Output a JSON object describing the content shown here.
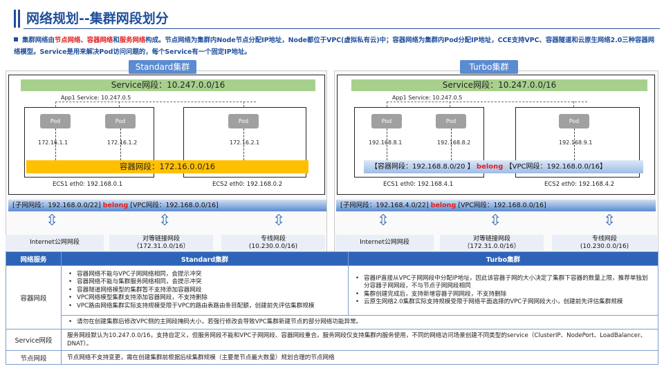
{
  "header": {
    "title": "网络规划--集群网段划分",
    "intro_parts": [
      {
        "text": "集群网络由",
        "red": false
      },
      {
        "text": "节点网络",
        "red": true
      },
      {
        "text": "、",
        "red": false
      },
      {
        "text": "容器网络",
        "red": true
      },
      {
        "text": "和",
        "red": false
      },
      {
        "text": "服务网络",
        "red": true
      },
      {
        "text": "构成。节点网络为集群内Node节点分配IP地址，Node都位于VPC(虚拟私有云)中；容器网络为集群内Pod分配IP地址，CCE支持VPC、容器隧道和云原生网络2.0三种容器网络模型。Service是用来解决Pod访问问题的，每个Service有一个固定IP地址。",
        "red": false
      }
    ]
  },
  "diagrams": {
    "standard": {
      "label": "Standard集群",
      "service_bar": "Service网段：10.247.0.0/16",
      "app_label": "App1 Service: 10.247.0.5",
      "pod_label": "Pod",
      "pod_ips": [
        "172.16.1.1",
        "172.16.1.2",
        "172.16.2.1"
      ],
      "container_bar": "容器网段：172.16.0.0/16",
      "eth1": "ECS1 eth0: 192.168.0.1",
      "eth2": "ECS2 eth0: 192.168.0.2",
      "subnet_a": "[子网网段：192.168.0.0/22]",
      "belong": "belong",
      "subnet_b": "[VPC网段：192.168.0.0/16]",
      "net1": "Internet公网网段",
      "net2_line1": "对等链接网段",
      "net2_line2": "（172.31.0.0/16）",
      "net3_line1": "专线网段",
      "net3_line2": "(10.230.0.0/16)"
    },
    "turbo": {
      "label": "Turbo集群",
      "service_bar": "Service网段：10.247.0.0/16",
      "app_label": "App1 Service: 10.247.0.5",
      "pod_label": "Pod",
      "pod_ips": [
        "192.168.8.1",
        "192.168.8.2",
        "192.168.9.1"
      ],
      "container_bar_a": "【容器网段：192.168.8.0/20 】",
      "belong": "belong",
      "container_bar_b": "【VPC网段：192.168.0.0/16】",
      "eth1": "ECS1 eth0: 192.168.4.1",
      "eth2": "ECS2 eth0: 192.168.4.2",
      "subnet_a": "[子网网段：192.168.4.0/22]",
      "subnet_b": "[VPC网段：192.168.0.0/16]",
      "net1": "Internet公网网段",
      "net2_line1": "对等链接网段",
      "net2_line2": "（172.31.0.0/16）",
      "net3_line1": "专线网段",
      "net3_line2": "(10.230.0.0/16)"
    }
  },
  "table": {
    "headers": [
      "网络服务",
      "Standard集群",
      "Turbo集群"
    ],
    "container_row": {
      "label": "容器网段",
      "standard": [
        "容器网络不能与VPC子网网络相同，会提示冲突",
        "容器网络不能与集群服务网络相同，会提示冲突",
        "容器隧道网络模型的集群暂不支持添加容器网段",
        "VPC网络模型集群支持添加容器网段，不支持删除",
        "VPC路由网络集群实际支持规模受限于VPC的路由表路由条目配额，创建前先评估集群规模"
      ],
      "turbo": [
        "容器IP直接从VPC子网网段中分配IP地址，因此该容器子网的大小决定了集群下容器的数量上限，推荐单独划分容器子网网段，不与节点子网网段相同",
        "集群创建完成后，支持新增容器子网网段，不支持删除",
        "云原生网络2.0集群实际支持规模受限于网络平面选择的VPC子网网段大小，创建前先评估集群规模"
      ],
      "shared": "请勿在创建集群后修改VPC侧的主网段掩码大小，若强行修改会导致VPC集群新建节点的部分网络功能异常。"
    },
    "service_row": {
      "label": "Service网段",
      "text": "服务网段默认为10.247.0.0/16，支持自定义，但服务网段不能和VPC子网网段、容器网段重合。服务网段仅支持集群内服务使用，不同的网络访问场景创建不同类型的service（ClusterIP、NodePort、LoadBalancer、DNAT）。"
    },
    "node_row": {
      "label": "节点网段",
      "text": "节点网络不支持变更，需在创建集群前根据后续集群规模（主要是节点最大数量）规划合理的节点网络"
    }
  },
  "colors": {
    "brand_blue": "#1f4e9a",
    "service_green": "#a8d08d",
    "container_yellow": "#ffc000",
    "highlight_red": "#e02020",
    "table_header": "#2e64b8"
  }
}
